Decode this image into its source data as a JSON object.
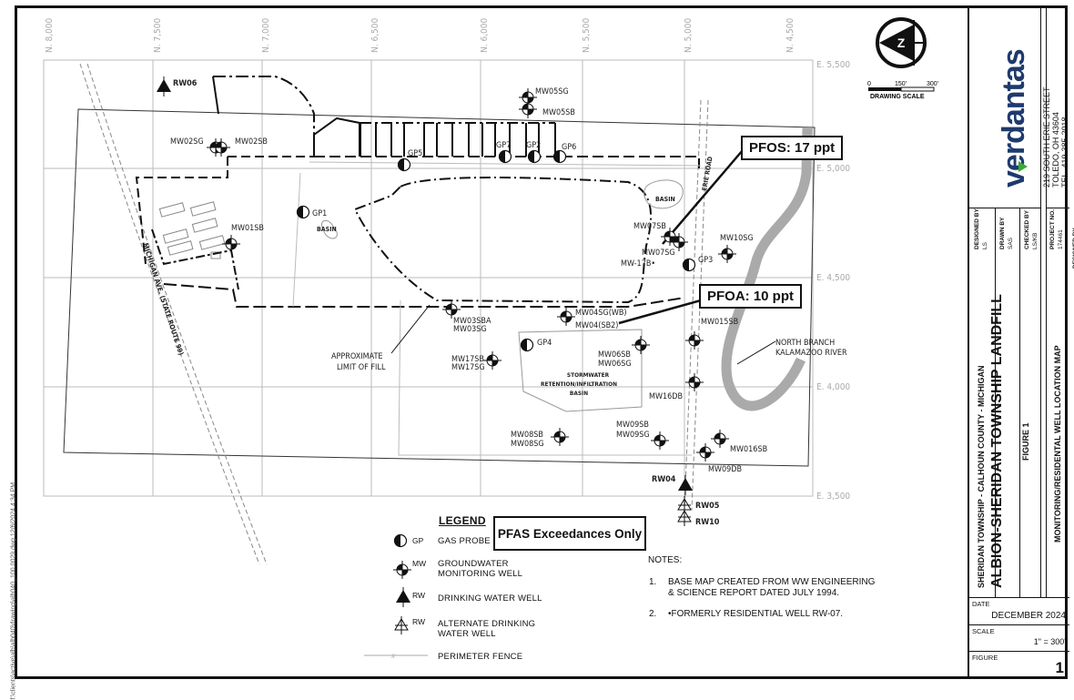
{
  "file_path": "f:\\clients\\active\\alb\\alb040\\drawing\\alb040_100.0029.dwg  12/6/2024 4:34 PM",
  "grid": {
    "northing_labels": [
      "N. 8,000",
      "N. 7,500",
      "N. 7,000",
      "N. 6,500",
      "N. 6,000",
      "N. 5,500",
      "N. 5,000",
      "N. 4,500"
    ],
    "easting_labels": [
      "E. 5,500",
      "E. 5,000",
      "E. 4,500",
      "E. 4,000",
      "E. 3,500"
    ]
  },
  "north_arrow": {
    "letter": "Z"
  },
  "drawing_scale": {
    "ticks": [
      "0",
      "150'",
      "300'"
    ],
    "label": "DRAWING SCALE"
  },
  "callouts": {
    "pfos": "PFOS: 17 ppt",
    "pfoa": "PFOA: 10 ppt",
    "pfas_only": "PFAS Exceedances Only"
  },
  "map_labels": {
    "rw06": "RW06",
    "mw02sg": "MW02SG",
    "mw02sb": "MW02SB",
    "mw05sg": "MW05SG",
    "mw05sb": "MW05SB",
    "gp5": "GP5",
    "gp7": "GP7",
    "gp2": "GP2",
    "gp6": "GP6",
    "gp1": "GP1",
    "basin1": "BASIN",
    "basin2": "BASIN",
    "mw01sb": "MW01SB",
    "michigan_ave": "MICHIGAN AVE. (STATE ROUTE 99)",
    "erie_road": "ERIE ROAD",
    "mw07sb": "MW07SB",
    "mw07sg": "MW07SG",
    "mw17b": "MW-17B•",
    "mw10sg": "MW10SG",
    "gp3": "GP3",
    "mw03sba": "MW03SBA",
    "mw03sg": "MW03SG",
    "mw04sg": "MW04SG(WB)",
    "mw04sb2": "MW04(SB2)",
    "mw015sb": "MW015SB",
    "north_branch_1": "NORTH BRANCH",
    "north_branch_2": "KALAMAZOO RIVER",
    "approx_1": "APPROXIMATE",
    "approx_2": "LIMIT OF FILL",
    "gp4": "GP4",
    "mw17sb": "MW17SB",
    "mw17sg": "MW17SG",
    "mw06sb": "MW06SB",
    "mw06sg": "MW06SG",
    "storm_1": "STORMWATER",
    "storm_2": "RETENTION/INFILTRATION",
    "storm_3": "BASIN",
    "mw16db": "MW16DB",
    "mw08sb": "MW08SB",
    "mw08sg": "MW08SG",
    "mw09sb": "MW09SB",
    "mw09sg": "MW09SG",
    "mw016sb": "MW016SB",
    "mw09db": "MW09DB",
    "rw04": "RW04",
    "rw05": "RW05",
    "rw10": "RW10"
  },
  "legend": {
    "title": "LEGEND",
    "items": [
      {
        "code": "GP",
        "label": "GAS PROBE",
        "icon": "gas-probe-icon"
      },
      {
        "code": "MW",
        "label": "GROUNDWATER",
        "label2": "MONITORING WELL",
        "icon": "monitoring-well-icon"
      },
      {
        "code": "RW",
        "label": "DRINKING WATER WELL",
        "icon": "drinking-water-well-icon"
      },
      {
        "code": "RW",
        "label": "ALTERNATE DRINKING",
        "label2": "WATER WELL",
        "icon": "alternate-drinking-well-icon"
      },
      {
        "code": "",
        "label": "PERIMETER FENCE",
        "icon": "perimeter-fence-icon"
      }
    ]
  },
  "notes": {
    "title": "NOTES:",
    "items": [
      {
        "num": "1.",
        "line1": "BASE MAP CREATED FROM WW ENGINEERING",
        "line2": "& SCIENCE REPORT DATED JULY 1994."
      },
      {
        "num": "2.",
        "line1": "•FORMERLY RESIDENTIAL WELL RW-07.",
        "line2": ""
      }
    ]
  },
  "title_block": {
    "company": "verdantas",
    "brand_color": "#1e3a6e",
    "accent_color": "#3aaa35",
    "address_1": "219 SOUTH ERIE STREET",
    "address_2": "TOLEDO, OH 43604",
    "address_3": "TEL. 419-385-2018",
    "designed_by_label": "DESIGNED BY",
    "designed_by": "LS",
    "drawn_by_label": "DRAWN BY",
    "drawn_by": "SAS",
    "checked_by_label": "CHECKED BY",
    "checked_by": "LS/KB",
    "project_no_label": "PROJECT NO.",
    "project_no": "174461",
    "location": "SHERIDAN TOWNSHIP - CALHOUN COUNTY - MICHIGAN",
    "project_name": "ALBION-SHERIDAN TOWNSHIP LANDFILL",
    "figure_heading": "FIGURE 1",
    "figure_title": "MONITORING/RESIDENTAL WELL LOCATION MAP",
    "date_label": "DATE",
    "date": "DECEMBER 2024",
    "scale_label": "SCALE",
    "scale": "1\" = 300'",
    "figure_label": "FIGURE",
    "figure_no": "1"
  }
}
